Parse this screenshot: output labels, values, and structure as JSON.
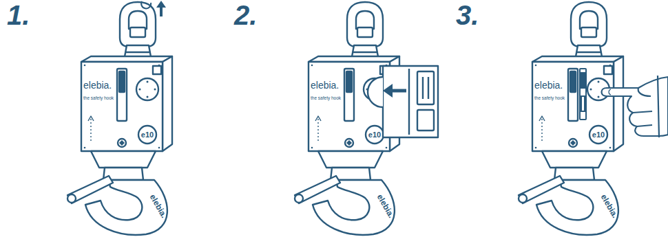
{
  "diagram": {
    "nodes": [
      {
        "text": [
          "1."
        ]
      },
      {
        "text": [
          "2."
        ]
      },
      {
        "text": [
          "3."
        ]
      }
    ],
    "labels": [
      "elebia.",
      "the safety hook",
      "e10",
      "elebia.",
      "elebia.",
      "the safety hook",
      "e10",
      "elebia.",
      "elebia.",
      "the safety hook",
      "e10",
      "elebia."
    ]
  }
}
